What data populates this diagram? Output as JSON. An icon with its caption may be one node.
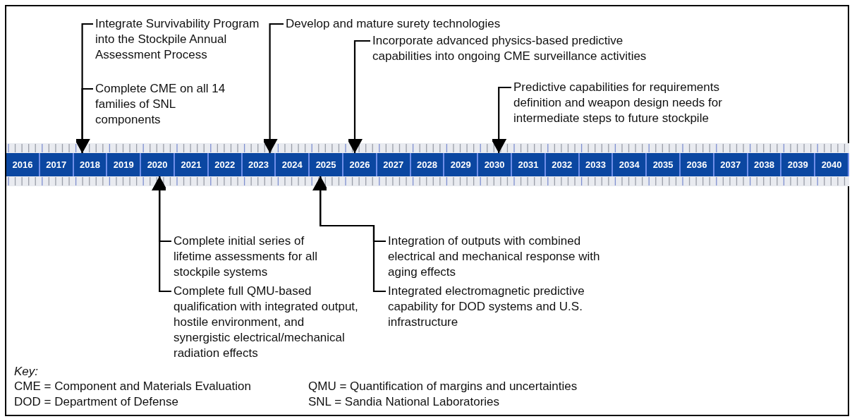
{
  "diagram": {
    "nodes": [
      {
        "text": [
          "Integrate Survivability Program into the Stockpile Annual Assessment Process"
        ]
      },
      {
        "text": [
          "Complete CME on all 14 families of SNL components"
        ]
      },
      {
        "text": [
          "Develop and mature surety technologies"
        ]
      },
      {
        "text": [
          "Incorporate advanced physics-based predictive capabilities into ongoing CME surveillance activities"
        ]
      },
      {
        "text": [
          "Predictive capabilities for requirements definition and weapon design needs for intermediate steps to future stockpile"
        ]
      },
      {
        "text": [
          "2016"
        ]
      },
      {
        "text": [
          "2017"
        ]
      },
      {
        "text": [
          "2018"
        ]
      },
      {
        "text": [
          "2019"
        ]
      },
      {
        "text": [
          "2020"
        ]
      },
      {
        "text": [
          "2021"
        ]
      },
      {
        "text": [
          "2022"
        ]
      },
      {
        "text": [
          "2023"
        ]
      },
      {
        "text": [
          "2024"
        ]
      },
      {
        "text": [
          "2025"
        ]
      },
      {
        "text": [
          "2026"
        ]
      },
      {
        "text": [
          "2027"
        ]
      },
      {
        "text": [
          "2028"
        ]
      },
      {
        "text": [
          "2029"
        ]
      },
      {
        "text": [
          "2030"
        ]
      },
      {
        "text": [
          "2031"
        ]
      },
      {
        "text": [
          "2032"
        ]
      },
      {
        "text": [
          "2033"
        ]
      },
      {
        "text": [
          "2034"
        ]
      },
      {
        "text": [
          "2035"
        ]
      },
      {
        "text": [
          "2036"
        ]
      },
      {
        "text": [
          "2037"
        ]
      },
      {
        "text": [
          "2038"
        ]
      },
      {
        "text": [
          "2039"
        ]
      },
      {
        "text": [
          "2040"
        ]
      },
      {
        "text": [
          "Complete initial series of lifetime assessments for all stockpile systems"
        ]
      },
      {
        "text": [
          "Complete full QMU-based qualification with integrated output, hostile environment, and synergistic electrical/mechanical radiation effects"
        ]
      },
      {
        "text": [
          "Integration of outputs with combined electrical and mechanical response with aging effects"
        ]
      },
      {
        "text": [
          "Integrated electromagnetic predictive capability for DOD systems and U.S. infrastructure"
        ]
      }
    ],
    "edges": [
      {
        "from": 0,
        "to": 7,
        "arrow": "to"
      },
      {
        "from": 1,
        "to": 7,
        "arrow": "to"
      },
      {
        "from": 2,
        "to": 12,
        "arrow": "to"
      },
      {
        "from": 3,
        "to": 15,
        "arrow": "to"
      },
      {
        "from": 4,
        "to": 19,
        "arrow": "to"
      },
      {
        "from": 30,
        "to": 9,
        "arrow": "to"
      },
      {
        "from": 31,
        "to": 9,
        "arrow": "to"
      },
      {
        "from": 32,
        "to": 14,
        "arrow": "to"
      },
      {
        "from": 33,
        "to": 14,
        "arrow": "to"
      }
    ],
    "labels": [
      "Key:",
      "CME = Component and Materials Evaluation",
      "QMU = Quantification of margins and uncertainties",
      "DOD = Department of Defense",
      "SNL = Sandia National Laboratories"
    ]
  }
}
